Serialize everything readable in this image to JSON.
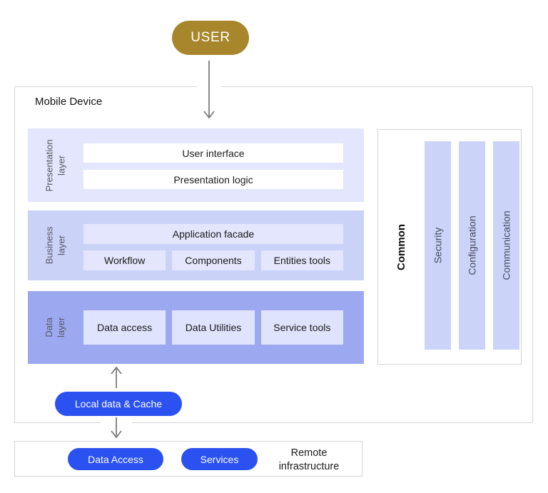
{
  "user_pill": {
    "label": "USER"
  },
  "mobile_device": {
    "title": "Mobile Device",
    "presentation_layer": {
      "label_line1": "Presentation",
      "label_line2": "layer",
      "items": [
        "User interface",
        "Presentation logic"
      ]
    },
    "business_layer": {
      "label_line1": "Business",
      "label_line2": "layer",
      "facade": "Application facade",
      "items": [
        "Workflow",
        "Components",
        "Entities tools"
      ]
    },
    "data_layer": {
      "label_line1": "Data",
      "label_line2": "layer",
      "items": [
        "Data access",
        "Data Utilities",
        "Service tools"
      ]
    },
    "common": {
      "label": "Common",
      "bars": [
        "Security",
        "Configuration",
        "Communication"
      ]
    }
  },
  "local_cache_pill": {
    "label": "Local data & Cache"
  },
  "remote_infrastructure": {
    "pills": [
      "Data Access",
      "Services"
    ],
    "label_line1": "Remote",
    "label_line2": "infrastructure"
  },
  "colors": {
    "user_gold": "#A8862C",
    "action_blue": "#2B51F0",
    "presentation_bg": "#E3E6FC",
    "business_bg": "#CAD2F8",
    "data_bg": "#9CA8F0",
    "inner_box": "#DFE3FB",
    "common_bar": "#CBD3F9",
    "box_border": "#D4D4D4",
    "arrow_gray": "#7C7C7C"
  }
}
